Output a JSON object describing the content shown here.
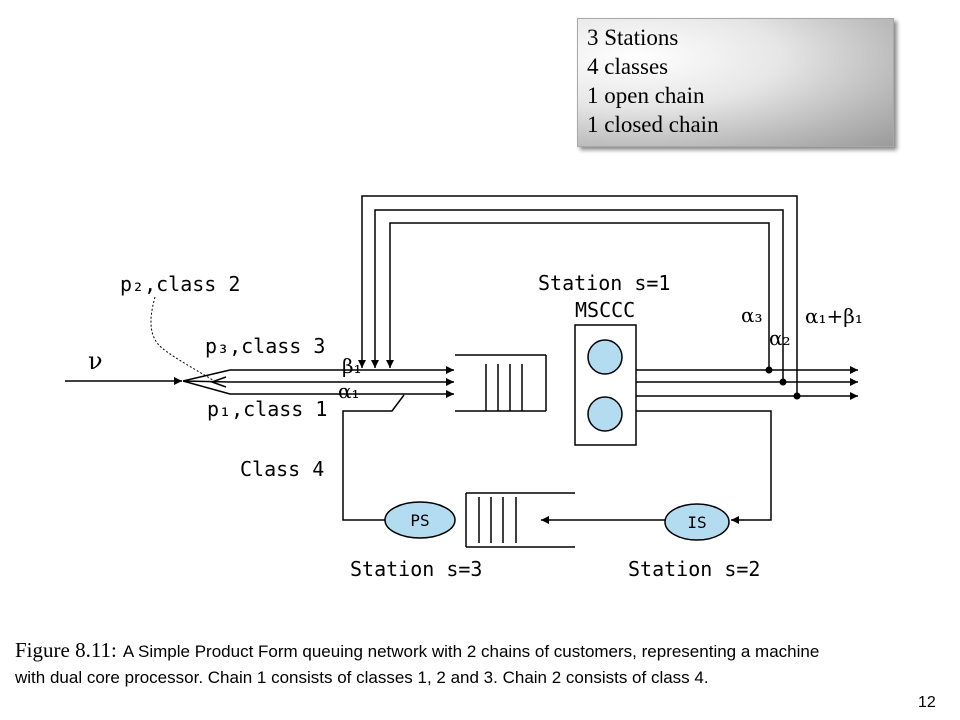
{
  "info_box": {
    "lines": [
      "3 Stations",
      "4 classes",
      "1 open chain",
      "1 closed chain"
    ]
  },
  "diagram": {
    "input_symbol": "ν",
    "labels": {
      "p2_class2": "p₂,class 2",
      "p3_class3": "p₃,class 3",
      "p1_class1": "p₁,class 1",
      "class4": "Class 4",
      "beta1": "β₁",
      "alpha1": "α₁",
      "alpha3": "α₃",
      "alpha2": "α₂",
      "alpha1_beta1": "α₁+β₁"
    },
    "stations": {
      "s1": {
        "title": "Station s=1",
        "type": "MSCCC"
      },
      "s2": {
        "title": "Station s=2",
        "type": "IS"
      },
      "s3": {
        "title": "Station s=3",
        "type": "PS"
      }
    },
    "colors": {
      "server_fill": "#b4dcf0",
      "line": "#000000"
    }
  },
  "caption": {
    "figure_label": "Figure 8.11:",
    "line1": "A Simple Product Form queuing network with 2 chains of customers, representing a machine",
    "line2": "with dual core processor. Chain 1 consists of classes 1, 2 and 3. Chain 2 consists of class 4."
  },
  "page_number": "12"
}
